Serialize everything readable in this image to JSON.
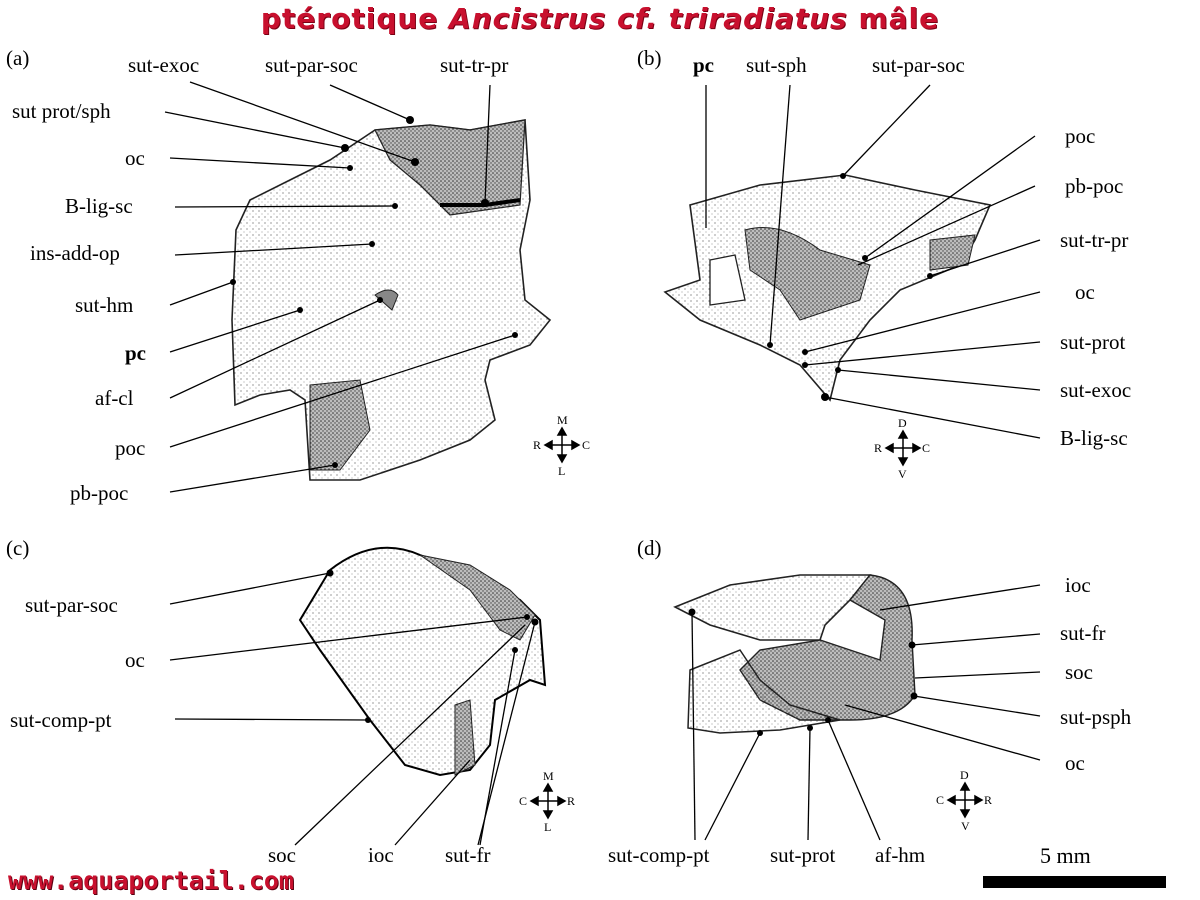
{
  "title": {
    "prefix": "ptérotique ",
    "species": "Ancistrus cf. triradiatus",
    "suffix": " mâle"
  },
  "watermark": "www.aquaportail.com",
  "scale": {
    "label": "5 mm"
  },
  "panels": {
    "a": {
      "tag": "(a)",
      "labels": [
        "sut-exoc",
        "sut-par-soc",
        "sut-tr-pr",
        "sut prot/sph",
        "oc",
        "B-lig-sc",
        "ins-add-op",
        "sut-hm",
        "pc",
        "af-cl",
        "poc",
        "pb-poc"
      ],
      "compass": {
        "top": "M",
        "bottom": "L",
        "left": "R",
        "right": "C"
      }
    },
    "b": {
      "tag": "(b)",
      "labels": [
        "pc",
        "sut-sph",
        "sut-par-soc",
        "poc",
        "pb-poc",
        "sut-tr-pr",
        "oc",
        "sut-prot",
        "sut-exoc",
        "B-lig-sc"
      ],
      "compass": {
        "top": "D",
        "bottom": "V",
        "left": "R",
        "right": "C"
      }
    },
    "c": {
      "tag": "(c)",
      "labels": [
        "sut-par-soc",
        "oc",
        "sut-comp-pt",
        "soc",
        "ioc",
        "sut-fr"
      ],
      "compass": {
        "top": "M",
        "bottom": "L",
        "left": "C",
        "right": "R"
      }
    },
    "d": {
      "tag": "(d)",
      "labels": [
        "ioc",
        "sut-fr",
        "soc",
        "sut-psph",
        "oc",
        "sut-comp-pt",
        "sut-prot",
        "af-hm"
      ],
      "compass": {
        "top": "D",
        "bottom": "V",
        "left": "C",
        "right": "R"
      }
    }
  }
}
